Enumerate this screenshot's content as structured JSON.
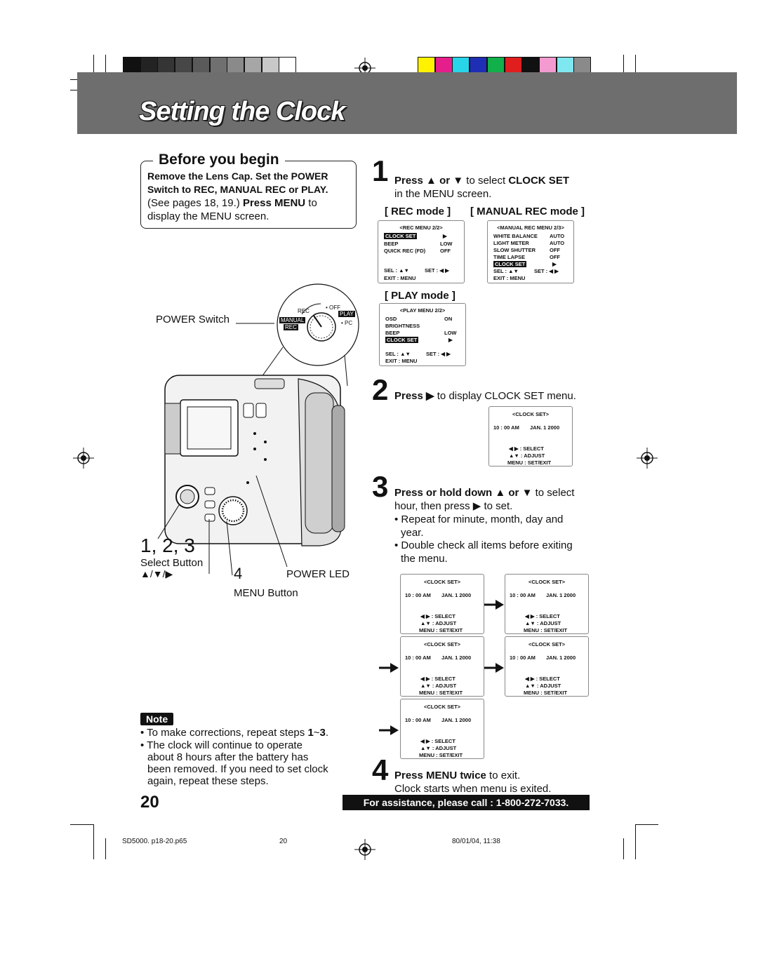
{
  "color_bars": {
    "gray": [
      "#111111",
      "#232323",
      "#353535",
      "#474747",
      "#5a5a5a",
      "#707070",
      "#8a8a8a",
      "#a6a6a6",
      "#c8c8c8",
      "#ffffff"
    ],
    "colors": [
      "#fff200",
      "#e61e8c",
      "#27d4e8",
      "#1f2fb5",
      "#12b04a",
      "#e01e1e",
      "#111111",
      "#f39ad0",
      "#7fe7f0",
      "#8a8a8a"
    ]
  },
  "title": "Setting the Clock",
  "before": {
    "heading": "Before you begin",
    "line1": "Remove the Lens Cap. Set the POWER",
    "line2": "Switch to REC, MANUAL REC or PLAY.",
    "line3_a": "(See pages 18, 19.) ",
    "line3_b": "Press MENU",
    "line3_c": " to",
    "line4": "display the MENU screen."
  },
  "camera": {
    "power_switch_label": "POWER Switch",
    "dial": {
      "rec": "REC",
      "off": "OFF",
      "play": "PLAY",
      "manual": "MANUAL",
      "rec2": "REC",
      "pc": "PC"
    },
    "callout_123": "1, 2, 3",
    "select_button": "Select Button",
    "select_arrows": "▲/▼/▶",
    "callout_4": "4",
    "power_led": "POWER LED",
    "menu_button": "MENU Button"
  },
  "note": {
    "label": "Note",
    "b1_a": "To make corrections, repeat steps ",
    "b1_b": "1",
    "b1_c": "~",
    "b1_d": "3",
    "b1_e": ".",
    "b2_l1": "The clock will continue to operate",
    "b2_l2": "about 8 hours after the battery has",
    "b2_l3": "been removed. If you need to set clock",
    "b2_l4": "again, repeat these steps."
  },
  "page_number": "20",
  "step1": {
    "num": "1",
    "a": "Press ",
    "b": "▲",
    "c": " or ",
    "d": "▼",
    "e": " to select ",
    "f": "CLOCK SET",
    "line2": "in the MENU screen.",
    "rec_mode": "[ REC mode ]",
    "manual_mode": "[ MANUAL REC mode ]",
    "play_mode": "[ PLAY mode ]"
  },
  "rec_menu": {
    "title": "<REC MENU 2/2>",
    "rows": [
      [
        "CLOCK SET",
        "▶"
      ],
      [
        "BEEP",
        "LOW"
      ],
      [
        "QUICK REC (FD)",
        "OFF"
      ]
    ],
    "sel": "SEL  : ▲▼",
    "set": "SET  : ◀ ▶",
    "exit": "EXIT  : MENU"
  },
  "manual_menu": {
    "title": "<MANUAL REC MENU 2/3>",
    "rows": [
      [
        "WHITE BALANCE",
        "AUTO"
      ],
      [
        "LIGHT METER",
        "AUTO"
      ],
      [
        "SLOW SHUTTER",
        "OFF"
      ],
      [
        "TIME LAPSE",
        "OFF"
      ],
      [
        "CLOCK SET",
        "▶"
      ]
    ],
    "sel": "SEL  : ▲▼",
    "set": "SET  : ◀ ▶",
    "exit": "EXIT  : MENU"
  },
  "play_menu": {
    "title": "<PLAY MENU 2/2>",
    "rows": [
      [
        "OSD",
        "ON"
      ],
      [
        "BRIGHTNESS",
        ""
      ],
      [
        "BEEP",
        "LOW"
      ],
      [
        "CLOCK SET",
        "▶"
      ]
    ],
    "sel": "SEL  : ▲▼",
    "set": "SET  : ◀ ▶",
    "exit": "EXIT  : MENU"
  },
  "step2": {
    "num": "2",
    "a": "Press ",
    "b": "▶",
    "c": " to display CLOCK SET menu."
  },
  "clock_set": {
    "title": "<CLOCK SET>",
    "time": "10 : 00 AM",
    "date": "JAN.  1  2000",
    "select": "◀ ▶       : SELECT",
    "adjust": "▲▼       : ADJUST",
    "menu": "MENU : SET/EXIT"
  },
  "step3": {
    "num": "3",
    "a": "Press or hold down ",
    "b": "▲",
    "c": " or ",
    "d": "▼",
    "e": " to select",
    "line2": "hour, then press ▶ to set.",
    "bullet1_l1": "Repeat for minute, month, day and",
    "bullet1_l2": "year.",
    "bullet2_l1": "Double check all items before exiting",
    "bullet2_l2": "the menu."
  },
  "step4": {
    "num": "4",
    "a": "Press MENU twice",
    "b": " to exit.",
    "line2": "Clock starts when menu is exited."
  },
  "assist": "For assistance, please call : 1-800-272-7033.",
  "footer": {
    "file": "SD5000. p18-20.p65",
    "page": "20",
    "date": "80/01/04, 11:38"
  }
}
